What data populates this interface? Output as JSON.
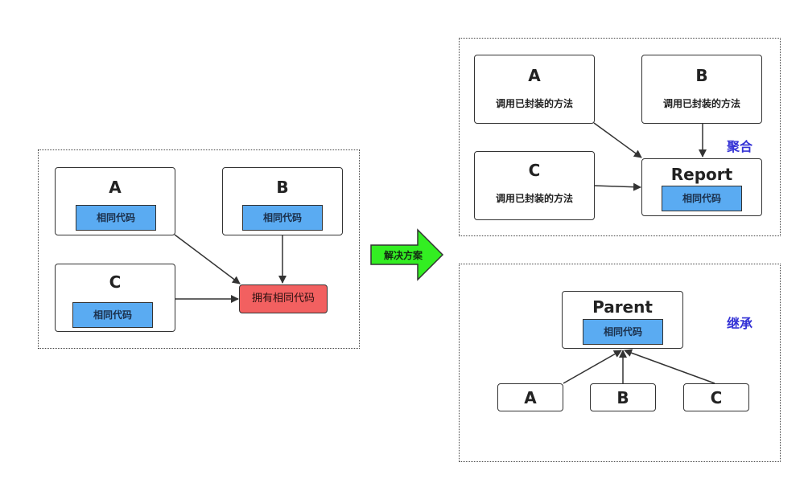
{
  "left": {
    "boxes": [
      {
        "title": "A",
        "code": "相同代码"
      },
      {
        "title": "B",
        "code": "相同代码"
      },
      {
        "title": "C",
        "code": "相同代码"
      }
    ],
    "shared": "拥有相同代码"
  },
  "arrow": {
    "label": "解决方案",
    "color": "#33ee22"
  },
  "aggregation": {
    "tag": "聚合",
    "boxes": [
      {
        "title": "A",
        "sub": "调用已封装的方法"
      },
      {
        "title": "B",
        "sub": "调用已封装的方法"
      },
      {
        "title": "C",
        "sub": "调用已封装的方法"
      }
    ],
    "report": {
      "title": "Report",
      "code": "相同代码"
    }
  },
  "inheritance": {
    "tag": "继承",
    "parent": {
      "title": "Parent",
      "code": "相同代码"
    },
    "children": [
      {
        "title": "A"
      },
      {
        "title": "B"
      },
      {
        "title": "C"
      }
    ]
  },
  "colors": {
    "code_fill": "#5aabf2",
    "shared_fill": "#f26060",
    "tag_color": "#3533d6"
  }
}
